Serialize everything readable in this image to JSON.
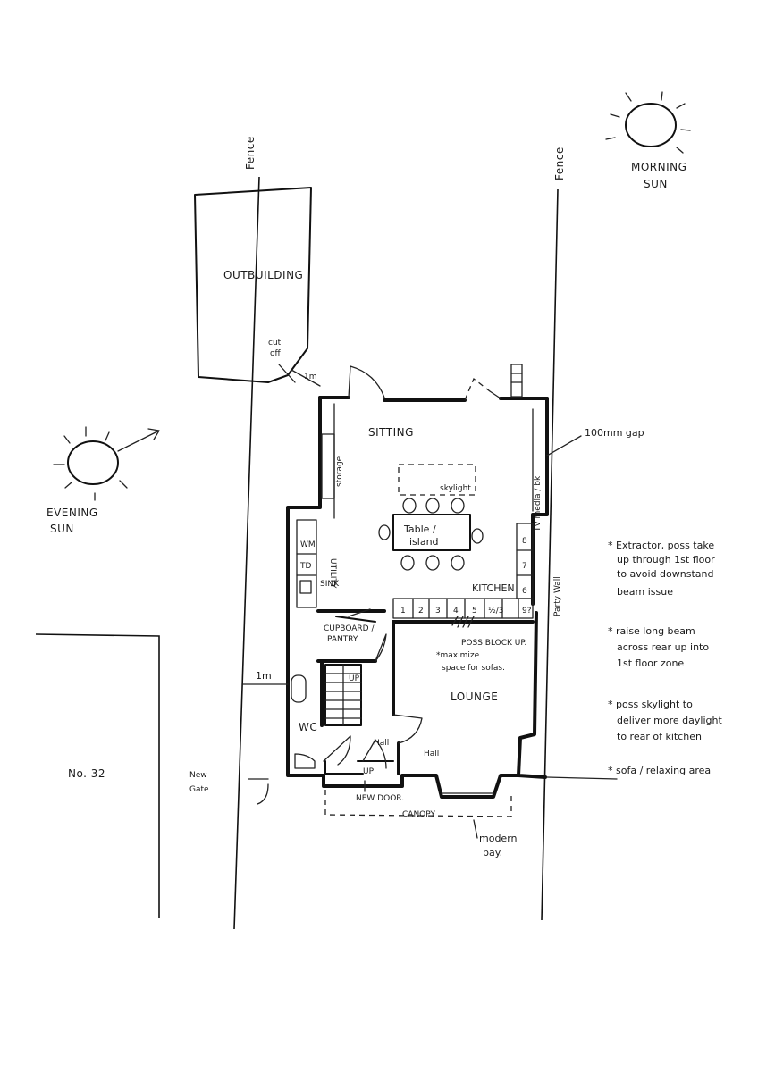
{
  "sun": {
    "morning": [
      "MORNING",
      "SUN"
    ],
    "evening": [
      "EVENING",
      "SUN"
    ]
  },
  "fence_labels": [
    "Fence",
    "Fence"
  ],
  "outbuilding": {
    "label": "OUTBUILDING",
    "cut_off": [
      "cut",
      "off"
    ]
  },
  "dimensions": {
    "gap_1m_a": "1m",
    "gap_1m_b": "1m",
    "gap_100mm": "100mm gap"
  },
  "rooms": {
    "sitting": "SITTING",
    "storage": "storage",
    "tv_media": "TV media / bk",
    "skylight": "skylight",
    "table": [
      "Table /",
      "island"
    ],
    "utility": "UTILITY",
    "wm": "WM",
    "td": "TD",
    "sink": "SINK",
    "kitchen": "KITCHEN",
    "cupboard": [
      "CUPBOARD /",
      "PANTRY"
    ],
    "lounge": "LOUNGE",
    "wc": "WC",
    "up": "UP",
    "up_hall": "UP",
    "hall_a": "Hall",
    "hall_b": "Hall",
    "party_wall": "Party Wall"
  },
  "kitchen_units": [
    "1",
    "2",
    "3",
    "4",
    "5",
    "½/3",
    "9?"
  ],
  "side_units": [
    "8",
    "7",
    "6"
  ],
  "annotations": {
    "beam": "POSS BLOCK UP.",
    "maximize": [
      "*maximize",
      "space for sofas."
    ],
    "new_door": "NEW DOOR.",
    "canopy": "CANOPY",
    "bay": [
      "modern",
      "bay."
    ],
    "new_gate": [
      "New",
      "Gate"
    ]
  },
  "neighbour": "No. 32",
  "notes": [
    [
      "* Extractor, poss take",
      "up through 1st floor",
      "to avoid downstand",
      "beam issue"
    ],
    [
      "* raise long beam",
      "across rear up into",
      "1st floor zone"
    ],
    [
      "* poss skylight to",
      "deliver more daylight",
      "to rear of kitchen"
    ],
    [
      "* sofa / relaxing area"
    ]
  ]
}
